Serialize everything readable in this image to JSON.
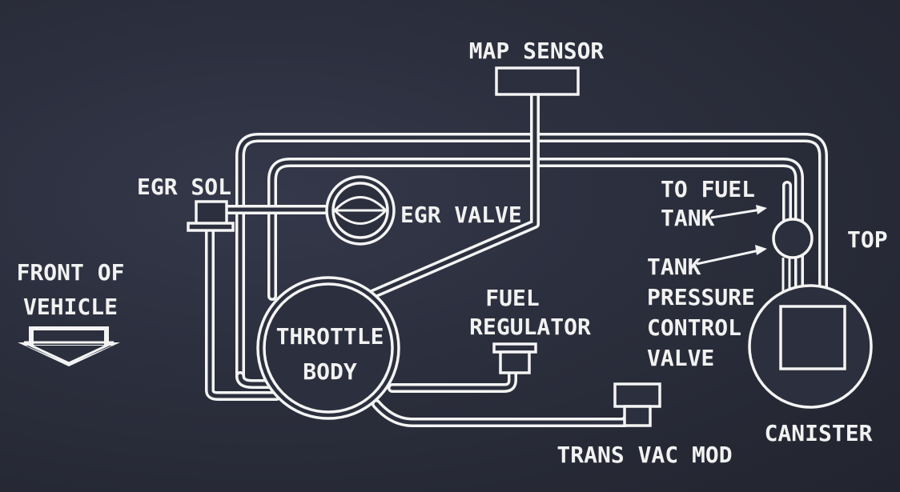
{
  "labels": {
    "map_sensor": "MAP SENSOR",
    "egr_sol": "EGR SOL",
    "egr_valve": "EGR VALVE",
    "to_fuel_tank_line1": "TO FUEL",
    "to_fuel_tank_line2": "TANK",
    "top": "TOP",
    "tank_pcv_line1": "TANK",
    "tank_pcv_line2": "PRESSURE",
    "tank_pcv_line3": "CONTROL",
    "tank_pcv_line4": "VALVE",
    "front_of_vehicle_line1": "FRONT OF",
    "front_of_vehicle_line2": "VEHICLE",
    "throttle_body_line1": "THROTTLE",
    "throttle_body_line2": "BODY",
    "fuel_regulator_line1": "FUEL",
    "fuel_regulator_line2": "REGULATOR",
    "canister": "CANISTER",
    "trans_vac_mod": "TRANS VAC MOD"
  },
  "colors": {
    "background": "#2a2d3a",
    "line": "#f4f4f4"
  }
}
